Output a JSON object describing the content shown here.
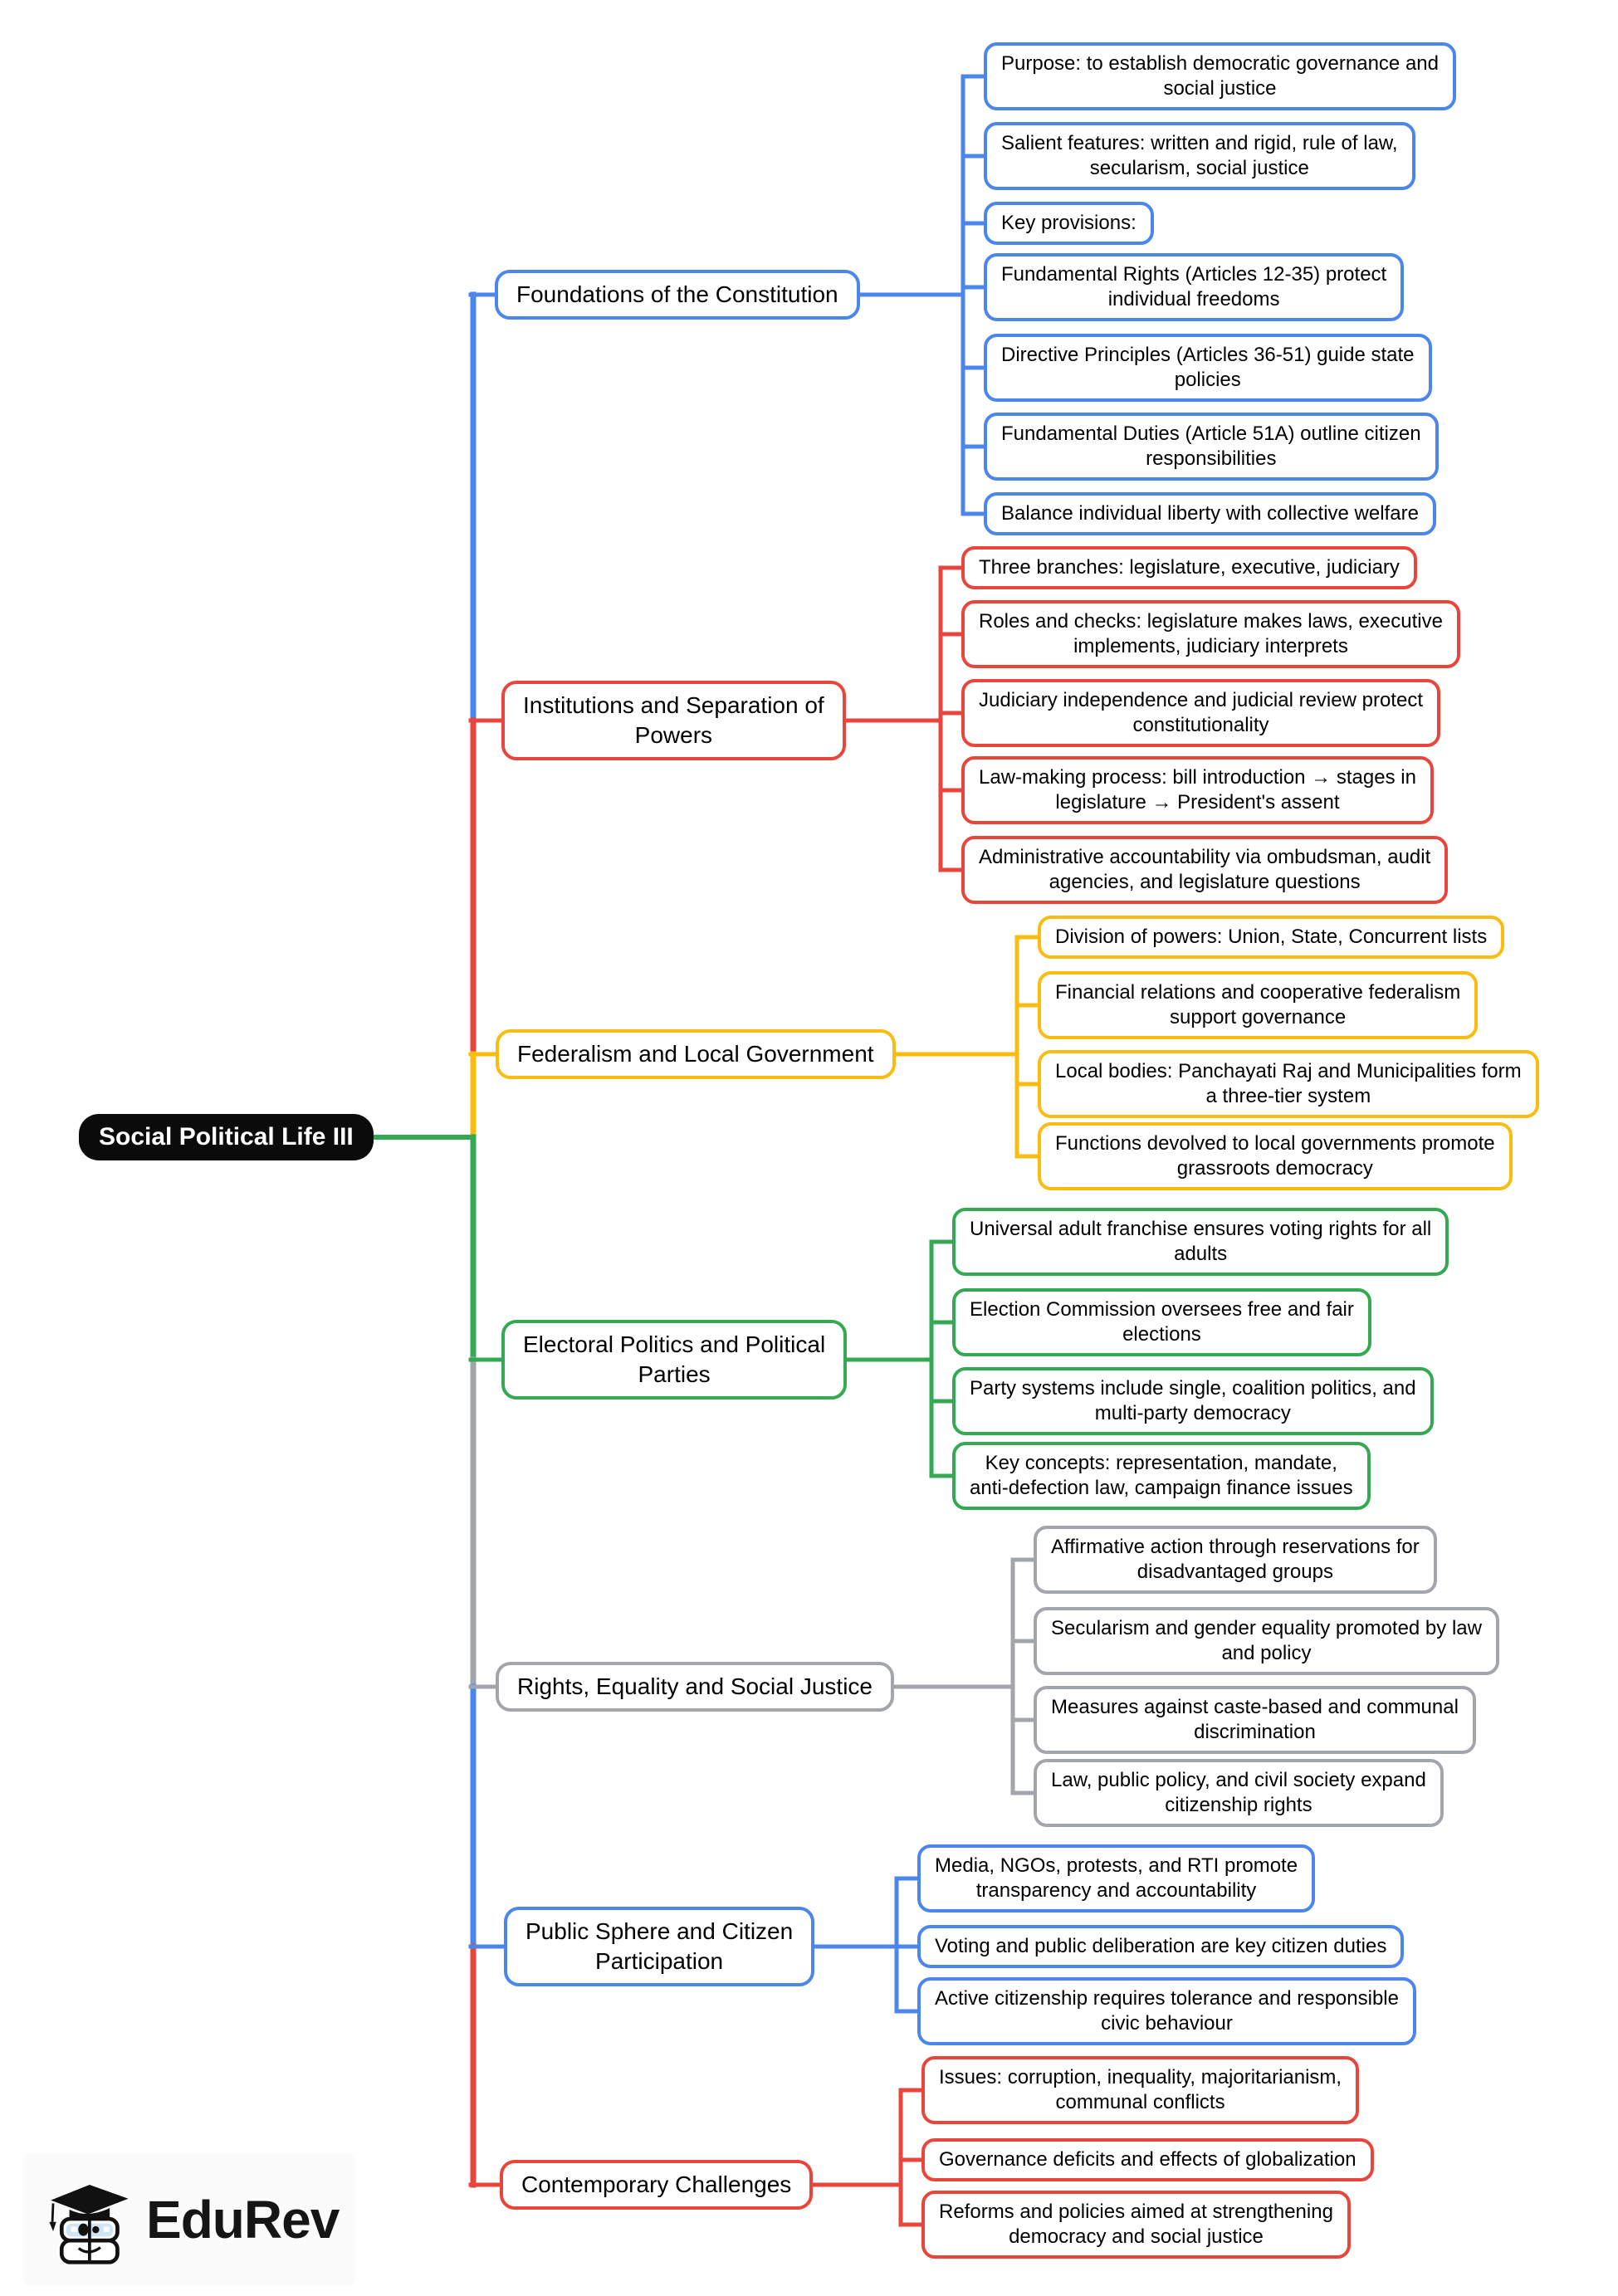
{
  "root": {
    "label": "Social Political Life III"
  },
  "palette": {
    "blue": "#4A86EC",
    "red": "#E8463C",
    "yellow": "#FBBC10",
    "green": "#35A853",
    "gray": "#A2A6AB",
    "root_bg": "#0B0B0B"
  },
  "branches": [
    {
      "label": "Foundations of the Constitution",
      "color": "blue",
      "leaves": [
        "Purpose: to establish democratic governance and\nsocial justice",
        "Salient features: written and rigid, rule of law,\nsecularism, social justice",
        "Key provisions:",
        "Fundamental Rights (Articles 12-35) protect\nindividual freedoms",
        "Directive Principles (Articles 36-51) guide state\npolicies",
        "Fundamental Duties (Article 51A) outline citizen\nresponsibilities",
        "Balance individual liberty with collective welfare"
      ]
    },
    {
      "label": "Institutions and Separation of\nPowers",
      "color": "red",
      "leaves": [
        "Three branches: legislature, executive, judiciary",
        "Roles and checks: legislature makes laws, executive\nimplements, judiciary interprets",
        "Judiciary independence and judicial review protect\nconstitutionality",
        "Law-making process: bill introduction → stages in\nlegislature → President's assent",
        "Administrative accountability via ombudsman, audit\nagencies, and legislature questions"
      ]
    },
    {
      "label": "Federalism and Local Government",
      "color": "yellow",
      "leaves": [
        "Division of powers: Union, State, Concurrent lists",
        "Financial relations and cooperative federalism\nsupport governance",
        "Local bodies: Panchayati Raj and Municipalities form\na three-tier system",
        "Functions devolved to local governments promote\ngrassroots democracy"
      ]
    },
    {
      "label": "Electoral Politics and Political\nParties",
      "color": "green",
      "leaves": [
        "Universal adult franchise ensures voting rights for all\nadults",
        "Election Commission oversees free and fair\nelections",
        "Party systems include single, coalition politics, and\nmulti-party democracy",
        "Key concepts: representation, mandate,\nanti-defection law, campaign finance issues"
      ]
    },
    {
      "label": "Rights, Equality and Social Justice",
      "color": "gray",
      "leaves": [
        "Affirmative action through reservations for\ndisadvantaged groups",
        "Secularism and gender equality promoted by law\nand policy",
        "Measures against caste-based and communal\ndiscrimination",
        "Law, public policy, and civil society expand\ncitizenship rights"
      ]
    },
    {
      "label": "Public Sphere and Citizen\nParticipation",
      "color": "blue",
      "leaves": [
        "Media, NGOs, protests, and RTI promote\ntransparency and accountability",
        "Voting and public deliberation are key citizen duties",
        "Active citizenship requires tolerance and responsible\ncivic behaviour"
      ]
    },
    {
      "label": "Contemporary Challenges",
      "color": "red",
      "leaves": [
        "Issues: corruption, inequality, majoritarianism,\ncommunal conflicts",
        "Governance deficits and effects of globalization",
        "Reforms and policies aimed at strengthening\ndemocracy and social justice"
      ]
    }
  ],
  "logo": {
    "text": "EduRev"
  }
}
